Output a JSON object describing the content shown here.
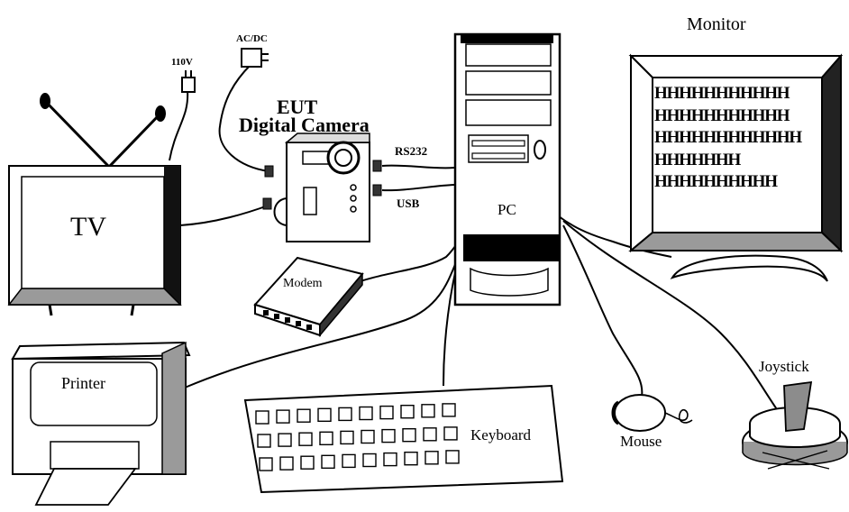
{
  "labels": {
    "monitor": "Monitor",
    "tv": "TV",
    "pc": "PC",
    "eut_line1": "EUT",
    "eut_line2": "Digital Camera",
    "ac_dc": "AC/DC",
    "v110": "110V",
    "rs232": "RS232",
    "usb": "USB",
    "modem": "Modem",
    "printer": "Printer",
    "keyboard": "Keyboard",
    "mouse": "Mouse",
    "joystick": "Joystick"
  },
  "monitor_screen_lines": [
    "HHHHHHHHHHH",
    "HHHHHHHHHHH",
    "HHHHHHHHHHHH",
    "HHHHHHH",
    "HHHHHHHHHH"
  ]
}
